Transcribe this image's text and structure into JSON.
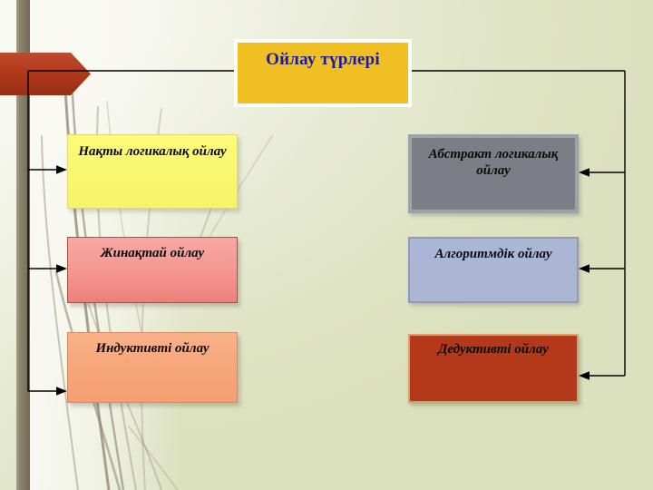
{
  "slide": {
    "title": "Ойлау түрлері",
    "background_color": "#e2e6cb",
    "title_box_color": "#f0c023",
    "title_text_color": "#1b1b9e",
    "banner_color": "#b4381a"
  },
  "left_column": [
    {
      "label": "Нақты логикалық ойлау",
      "color": "#fbf770"
    },
    {
      "label": "Жинақтай ойлау",
      "color": "#f49a95"
    },
    {
      "label": "Индуктивті ойлау",
      "color": "#f7a77c"
    }
  ],
  "right_column": [
    {
      "label": "Абстракт логикалық ойлау",
      "color": "#7b7e85"
    },
    {
      "label": "Алгоритмдік ойлау",
      "color": "#aab6d4"
    },
    {
      "label": "Дедуктивті ойлау",
      "color": "#b4381a"
    }
  ]
}
